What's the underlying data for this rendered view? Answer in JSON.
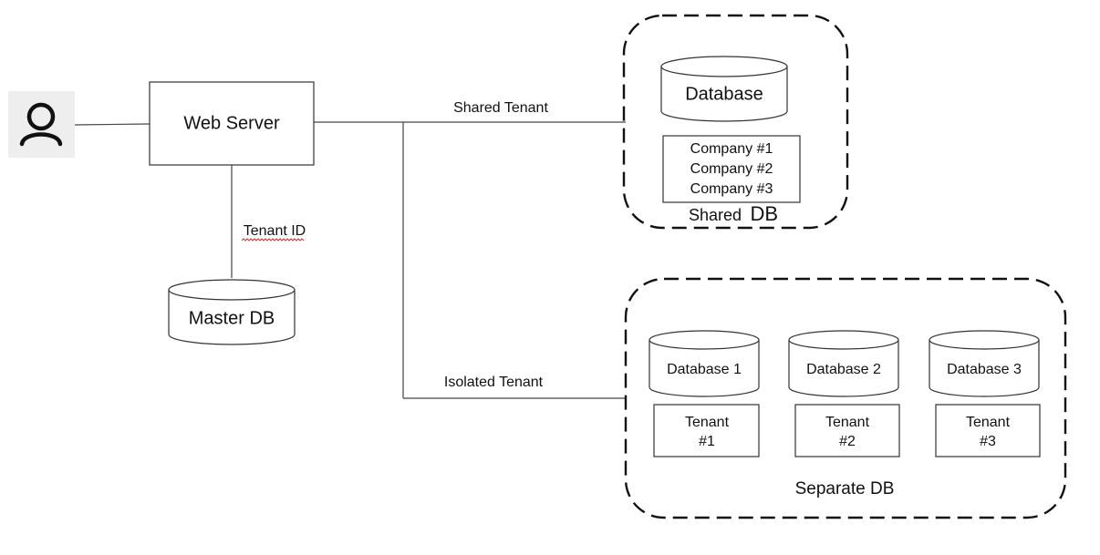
{
  "user": {
    "icon": "person-icon"
  },
  "web_server": {
    "label": "Web Server"
  },
  "master_db": {
    "label": "Master DB",
    "link_label": "Tenant ID"
  },
  "shared": {
    "link_label": "Shared Tenant",
    "database_label": "Database",
    "companies": [
      "Company #1",
      "Company #2",
      "Company #3"
    ],
    "group_label_small": "Shared",
    "group_label_large": "DB"
  },
  "isolated": {
    "link_label": "Isolated Tenant",
    "group_label": "Separate DB",
    "databases": [
      {
        "db_label": "Database 1",
        "tenant_line1": "Tenant",
        "tenant_line2": "#1"
      },
      {
        "db_label": "Database 2",
        "tenant_line1": "Tenant",
        "tenant_line2": "#2"
      },
      {
        "db_label": "Database 3",
        "tenant_line1": "Tenant",
        "tenant_line2": "#3"
      }
    ]
  }
}
